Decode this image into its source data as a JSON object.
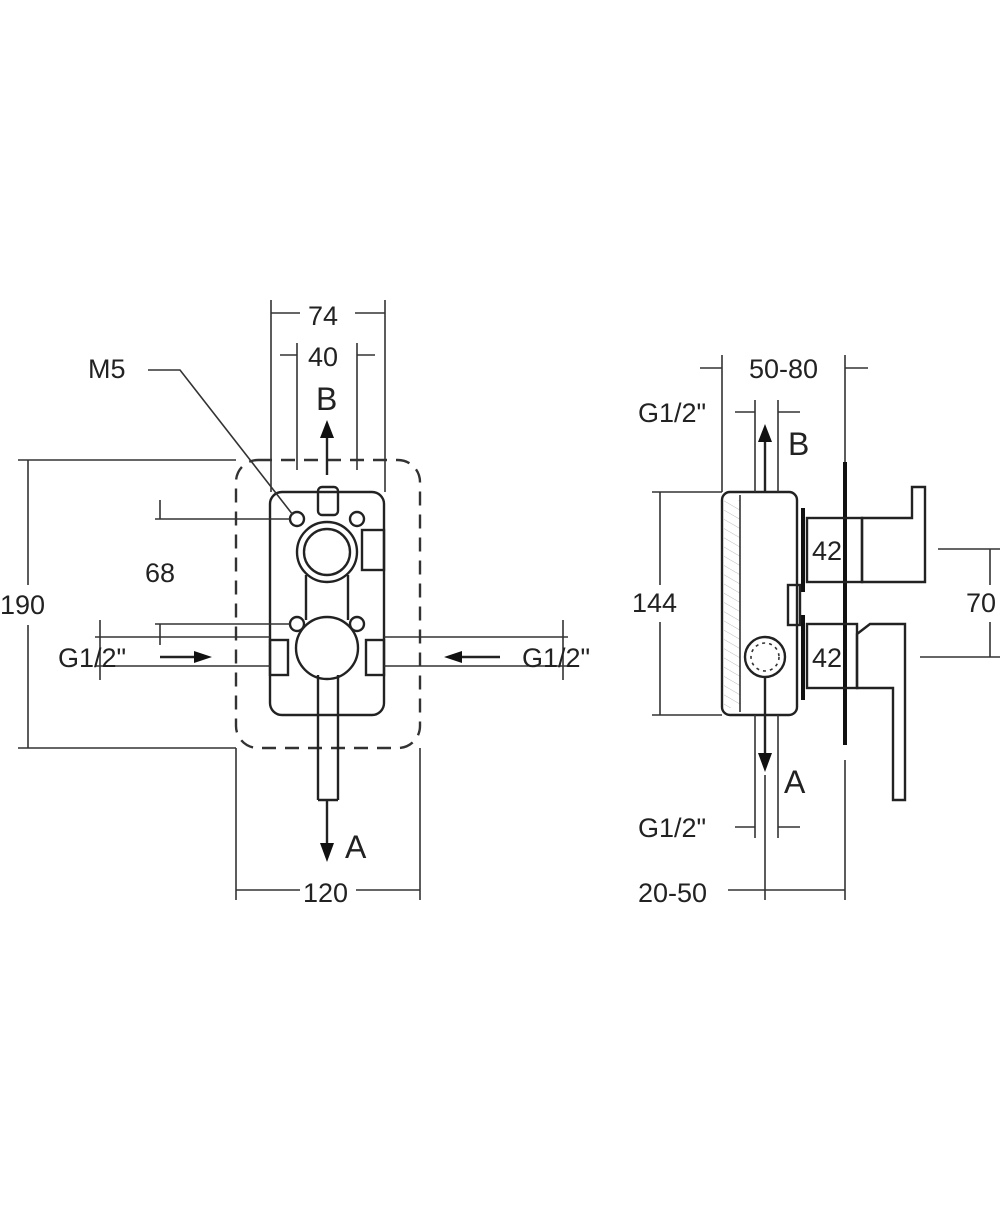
{
  "front_view": {
    "dim_overall_width": "74",
    "dim_inner_width": "40",
    "label_screw": "M5",
    "label_outlet_top": "B",
    "label_outlet_bottom": "A",
    "dim_height": "190",
    "dim_hole_spacing": "68",
    "label_inlet_left": "G1/2\"",
    "label_inlet_right": "G1/2\"",
    "dim_box_width": "120"
  },
  "side_view": {
    "dim_depth_range": "50-80",
    "label_top_thread": "G1/2\"",
    "label_outlet_top": "B",
    "dim_body_height": "144",
    "dim_cartridge_top": "42",
    "dim_cartridge_bottom": "42",
    "dim_handle_spacing": "70",
    "label_outlet_bottom": "A",
    "label_bottom_thread": "G1/2\"",
    "dim_wall_range": "20-50"
  }
}
